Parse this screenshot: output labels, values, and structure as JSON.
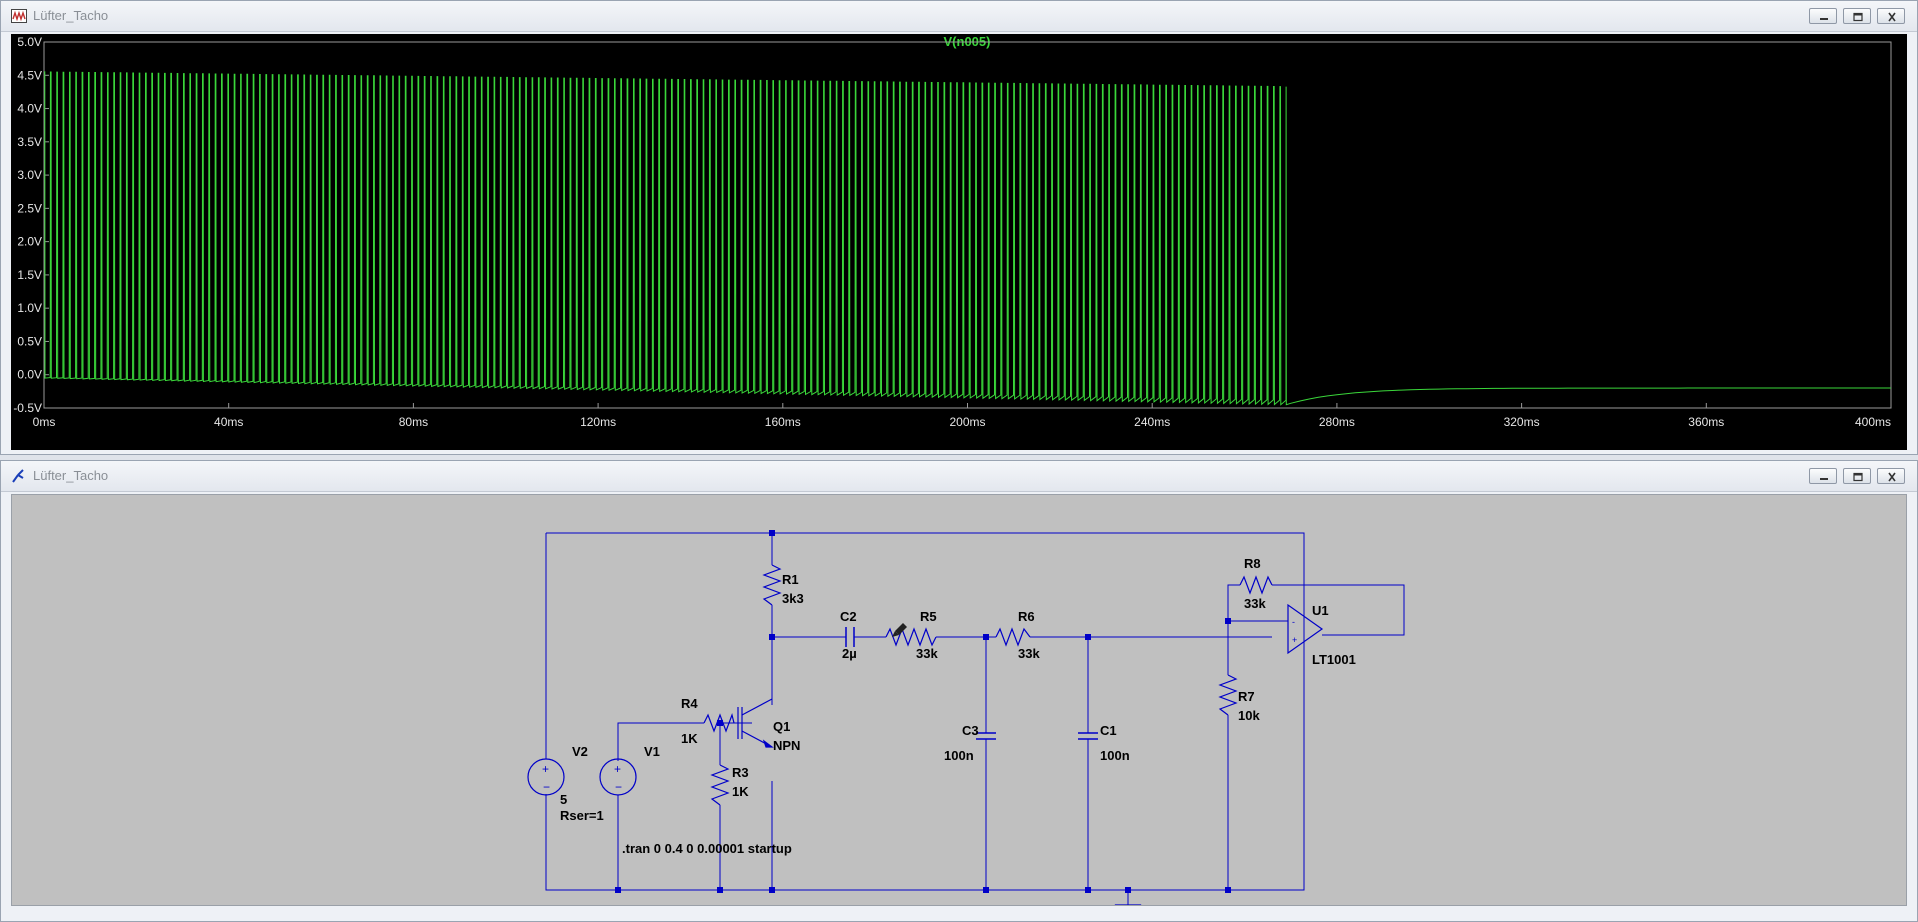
{
  "waveform_window": {
    "title": "Lüfter_Tacho",
    "trace_label": "V(n005)",
    "trace_color": "#3ad63a",
    "y_ticks": [
      "5.0V",
      "4.5V",
      "4.0V",
      "3.5V",
      "3.0V",
      "2.5V",
      "2.0V",
      "1.5V",
      "1.0V",
      "0.5V",
      "0.0V",
      "-0.5V"
    ],
    "x_ticks": [
      "0ms",
      "40ms",
      "80ms",
      "120ms",
      "160ms",
      "200ms",
      "240ms",
      "280ms",
      "320ms",
      "360ms",
      "400ms"
    ]
  },
  "chart_data": {
    "type": "line",
    "title": "V(n005)",
    "xlim": [
      0,
      400
    ],
    "ylim": [
      -0.5,
      5.0
    ],
    "series": [
      {
        "name": "V(n005)",
        "description_points": {
          "x_ms": [
            0,
            2,
            270,
            272,
            280,
            300,
            320,
            360,
            400
          ],
          "y_V": [
            4.55,
            -0.05,
            4.32,
            -0.45,
            -0.3,
            -0.22,
            -0.2,
            -0.2,
            -0.2
          ]
        }
      }
    ],
    "oscillation": {
      "start_ms": 0,
      "end_ms": 269,
      "cycles": 196,
      "high_start_V": 4.55,
      "high_end_V": 4.33,
      "low_start_V": -0.05,
      "low_end_V": -0.45
    },
    "settle_V": -0.2,
    "grid": false
  },
  "schematic_window": {
    "title": "Lüfter_Tacho",
    "components": {
      "r1": {
        "name": "R1",
        "value": "3k3"
      },
      "r3": {
        "name": "R3",
        "value": "1K"
      },
      "r4": {
        "name": "R4",
        "value": "1K"
      },
      "r5": {
        "name": "R5",
        "value": "33k"
      },
      "r6": {
        "name": "R6",
        "value": "33k"
      },
      "r7": {
        "name": "R7",
        "value": "10k"
      },
      "r8": {
        "name": "R8",
        "value": "33k"
      },
      "c1": {
        "name": "C1",
        "value": "100n"
      },
      "c2": {
        "name": "C2",
        "value": "2µ"
      },
      "c3": {
        "name": "C3",
        "value": "100n"
      },
      "q1": {
        "name": "Q1",
        "value": "NPN"
      },
      "u1": {
        "name": "U1",
        "value": "LT1001"
      },
      "v1": {
        "name": "V1"
      },
      "v2": {
        "name": "V2",
        "value": "5",
        "extra": "Rser=1"
      }
    },
    "directive": ".tran 0 0.4 0 0.00001 startup"
  },
  "colors": {
    "wire": "#0000c8",
    "plot_bg": "#000000",
    "schematic_bg": "#c0c0c0",
    "axis_text": "#e6e6e6"
  }
}
